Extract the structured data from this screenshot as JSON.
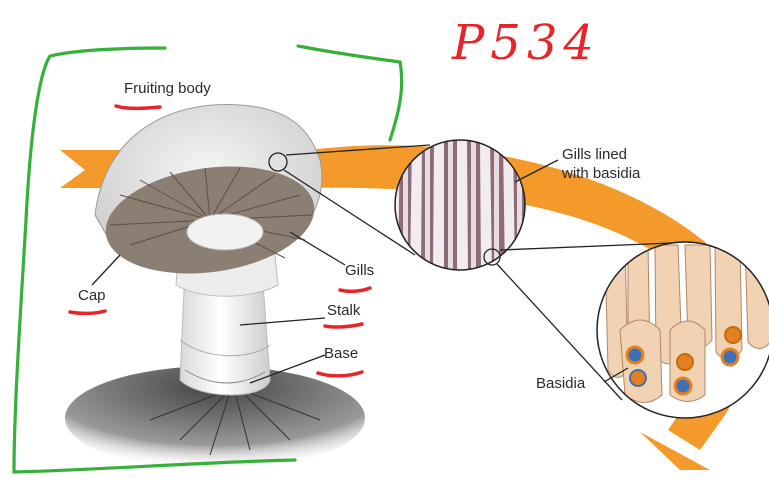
{
  "diagram": {
    "labels": {
      "fruiting_body": "Fruiting body",
      "gills_lined": "Gills lined\nwith basidia",
      "gills": "Gills",
      "cap": "Cap",
      "stalk": "Stalk",
      "base": "Base",
      "basidia": "Basidia"
    },
    "handwritten_note": "P534"
  },
  "colors": {
    "arrow_orange": "#f39a2a",
    "annotation_green": "#35b039",
    "annotation_red": "#e8242b",
    "basidia_spore_orange": "#e3801f",
    "basidia_spore_blue": "#3f6fb5"
  }
}
